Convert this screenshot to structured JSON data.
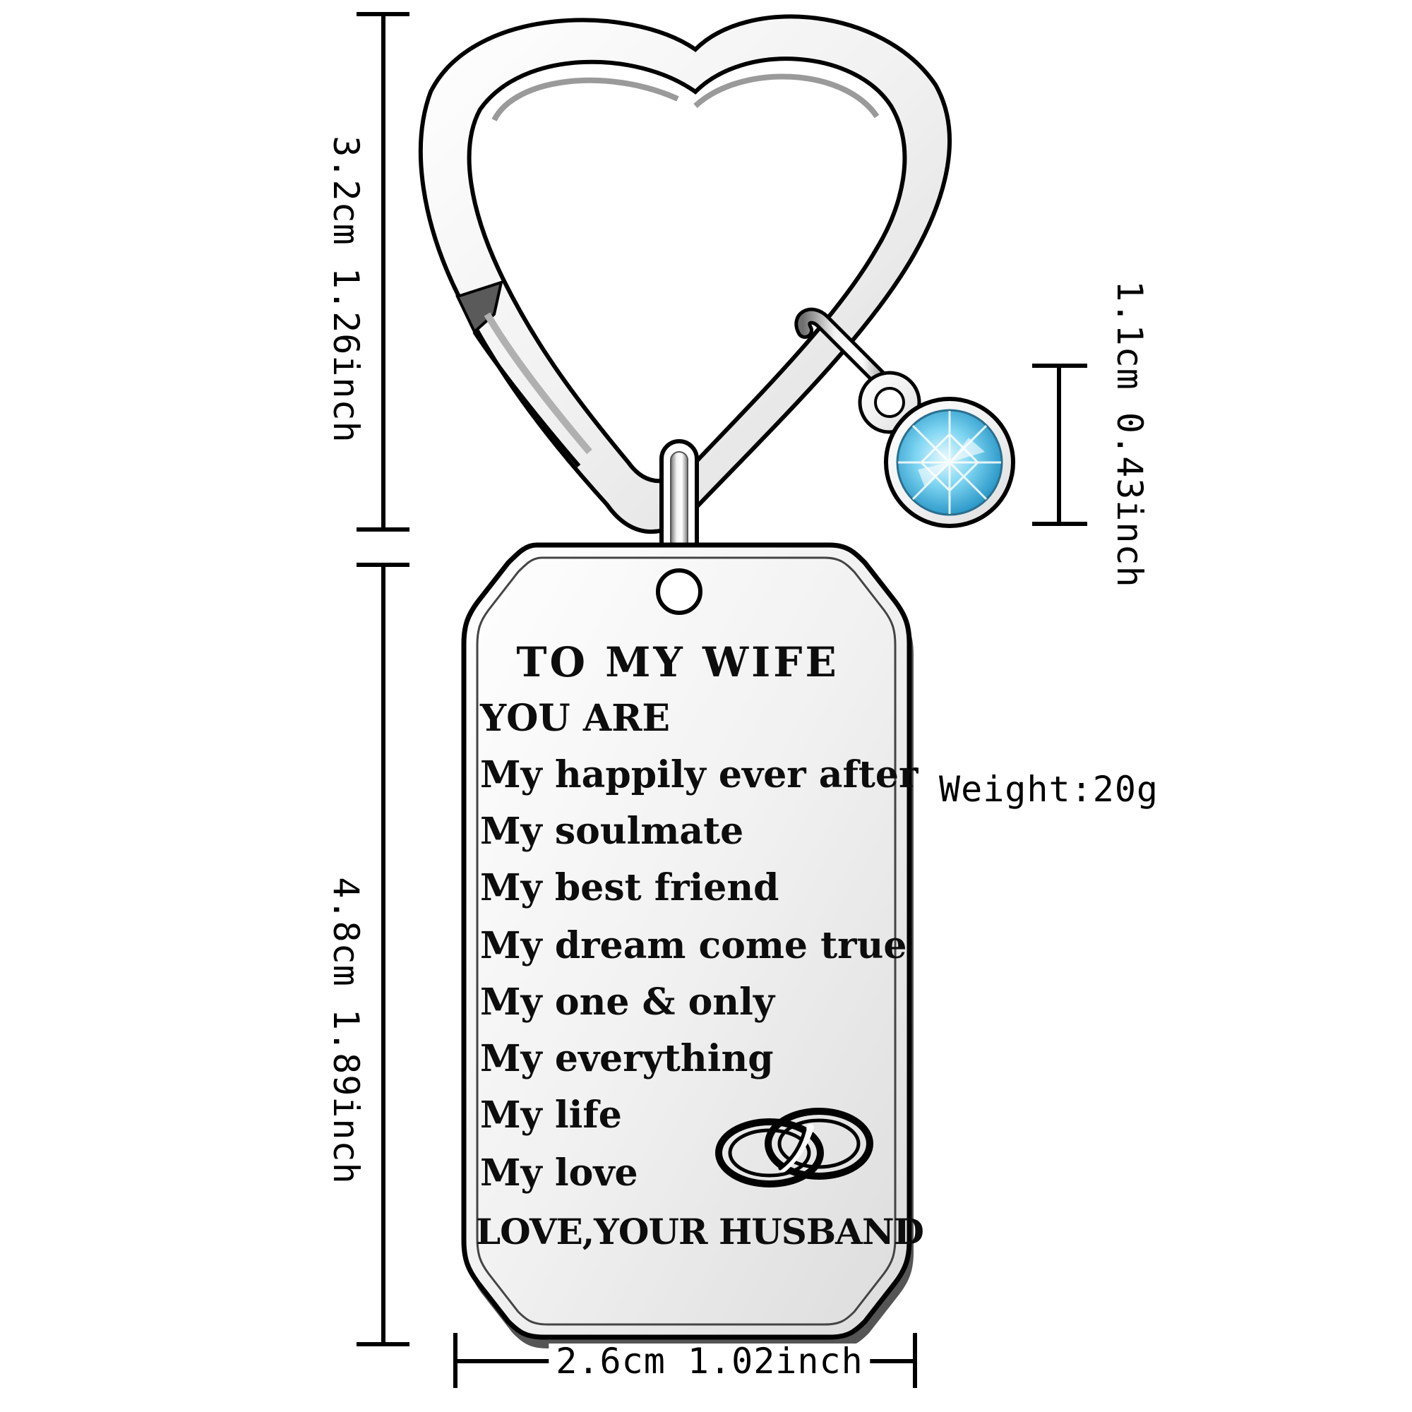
{
  "dimensions": {
    "keyring_height": "3.2cm 1.26inch",
    "tag_height": "4.8cm 1.89inch",
    "charm_diameter": "1.1cm 0.43inch",
    "tag_width": "2.6cm 1.02inch"
  },
  "weight": "Weight:20g",
  "tag": {
    "title": "TO MY WIFE",
    "lines": [
      "YOU ARE",
      "My happily ever after",
      "My soulmate",
      "My best friend",
      "My dream come true",
      "My one & only",
      "My everything",
      "My life",
      "My love"
    ],
    "signoff": "LOVE,YOUR HUSBAND"
  },
  "colors": {
    "metal_light": "#f4f4f4",
    "metal_dark": "#8a8a8a",
    "outline": "#000000",
    "gem": "#5ec8e8"
  },
  "icons": {
    "engraving": "interlocked-rings-icon"
  }
}
